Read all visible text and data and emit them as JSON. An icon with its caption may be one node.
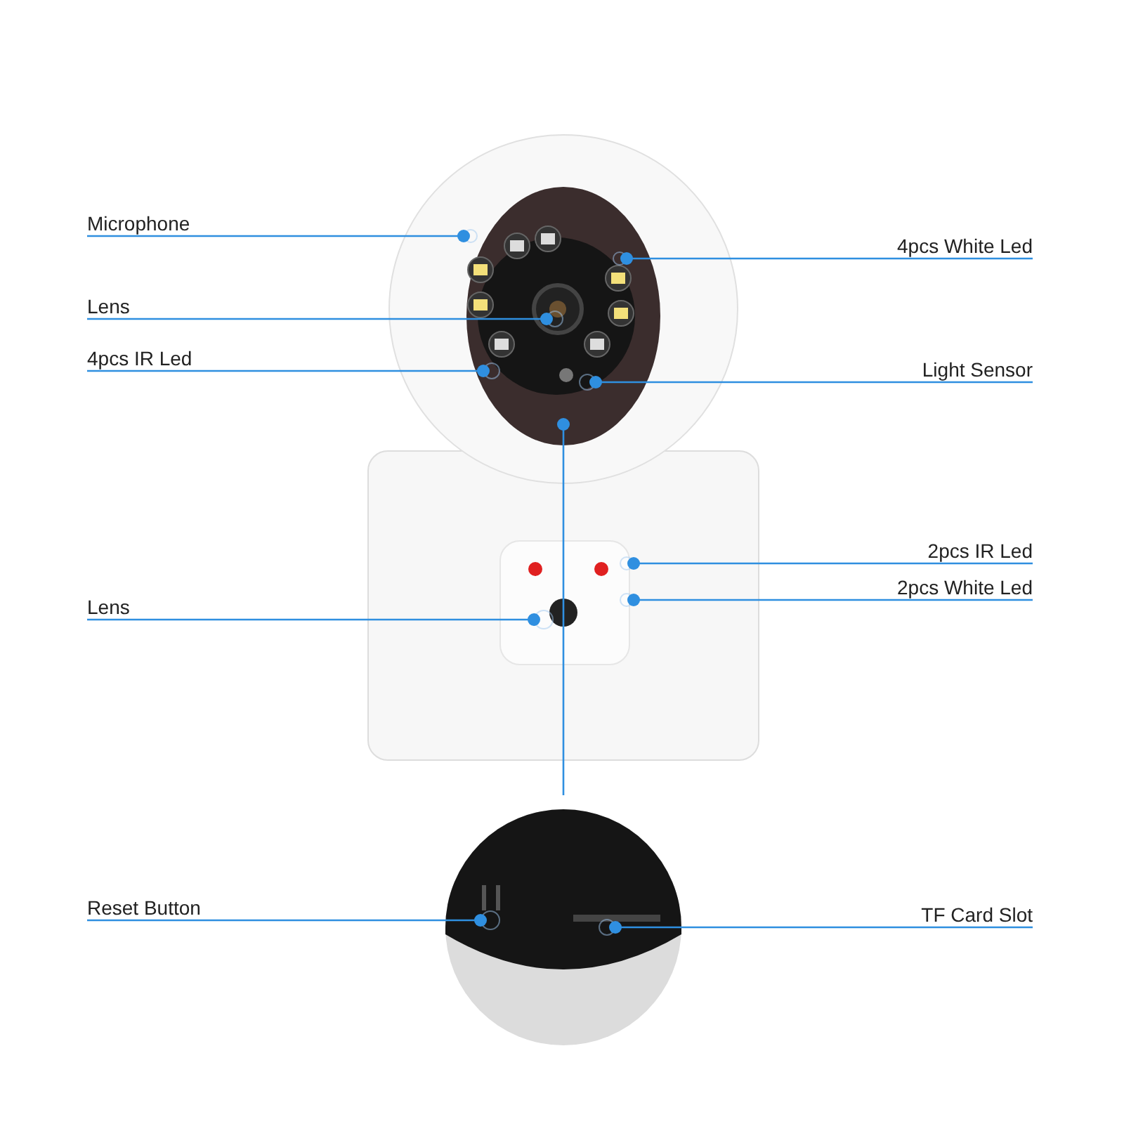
{
  "diagram": {
    "nodes": [
      {
        "text": [],
        "shape": "picture"
      },
      {
        "text": [],
        "shape": "circle",
        "in": 0
      },
      {
        "text": [],
        "shape": "circle",
        "in": 0
      },
      {
        "text": [],
        "shape": "circle",
        "in": 0
      },
      {
        "text": [],
        "shape": "circle",
        "in": 0
      },
      {
        "text": [],
        "shape": "circle",
        "in": 0
      },
      {
        "text": [],
        "shape": "circle",
        "in": 0
      },
      {
        "text": [],
        "shape": "circle",
        "in": 0
      },
      {
        "text": [],
        "shape": "circle",
        "in": 0
      },
      {
        "text": [],
        "shape": "picture"
      },
      {
        "text": [],
        "shape": "circle",
        "in": 9
      },
      {
        "text": [],
        "shape": "circle",
        "in": 9
      },
      {
        "text": [
          "Microphone"
        ]
      },
      {
        "text": [
          "4pcs White Led"
        ]
      },
      {
        "text": [
          "Lens"
        ]
      },
      {
        "text": [
          "4pcs IR Led"
        ]
      },
      {
        "text": [
          "Light Sensor"
        ]
      },
      {
        "text": [
          "2pcs IR Led"
        ]
      },
      {
        "text": [
          "Lens"
        ]
      },
      {
        "text": [
          "2pcs White Led"
        ]
      },
      {
        "text": [
          "Reset Button"
        ]
      },
      {
        "text": [
          "TF Card Slot"
        ]
      }
    ],
    "edges": [
      {
        "from": 12,
        "to": 1,
        "arrow": "other"
      },
      {
        "from": 13,
        "to": 2,
        "arrow": "other"
      },
      {
        "from": 14,
        "to": 3,
        "arrow": "other"
      },
      {
        "from": 15,
        "to": 4,
        "arrow": "other"
      },
      {
        "from": 16,
        "to": 5,
        "arrow": "other"
      },
      {
        "from": 17,
        "to": 6,
        "arrow": "other"
      },
      {
        "from": 18,
        "to": 7,
        "arrow": "other"
      },
      {
        "from": 19,
        "to": 8,
        "arrow": "other"
      },
      {
        "from": 20,
        "to": 10,
        "arrow": "other"
      },
      {
        "from": 21,
        "to": 11,
        "arrow": "other"
      },
      {
        "from": 9,
        "to": 0,
        "arrow": "other"
      }
    ]
  }
}
